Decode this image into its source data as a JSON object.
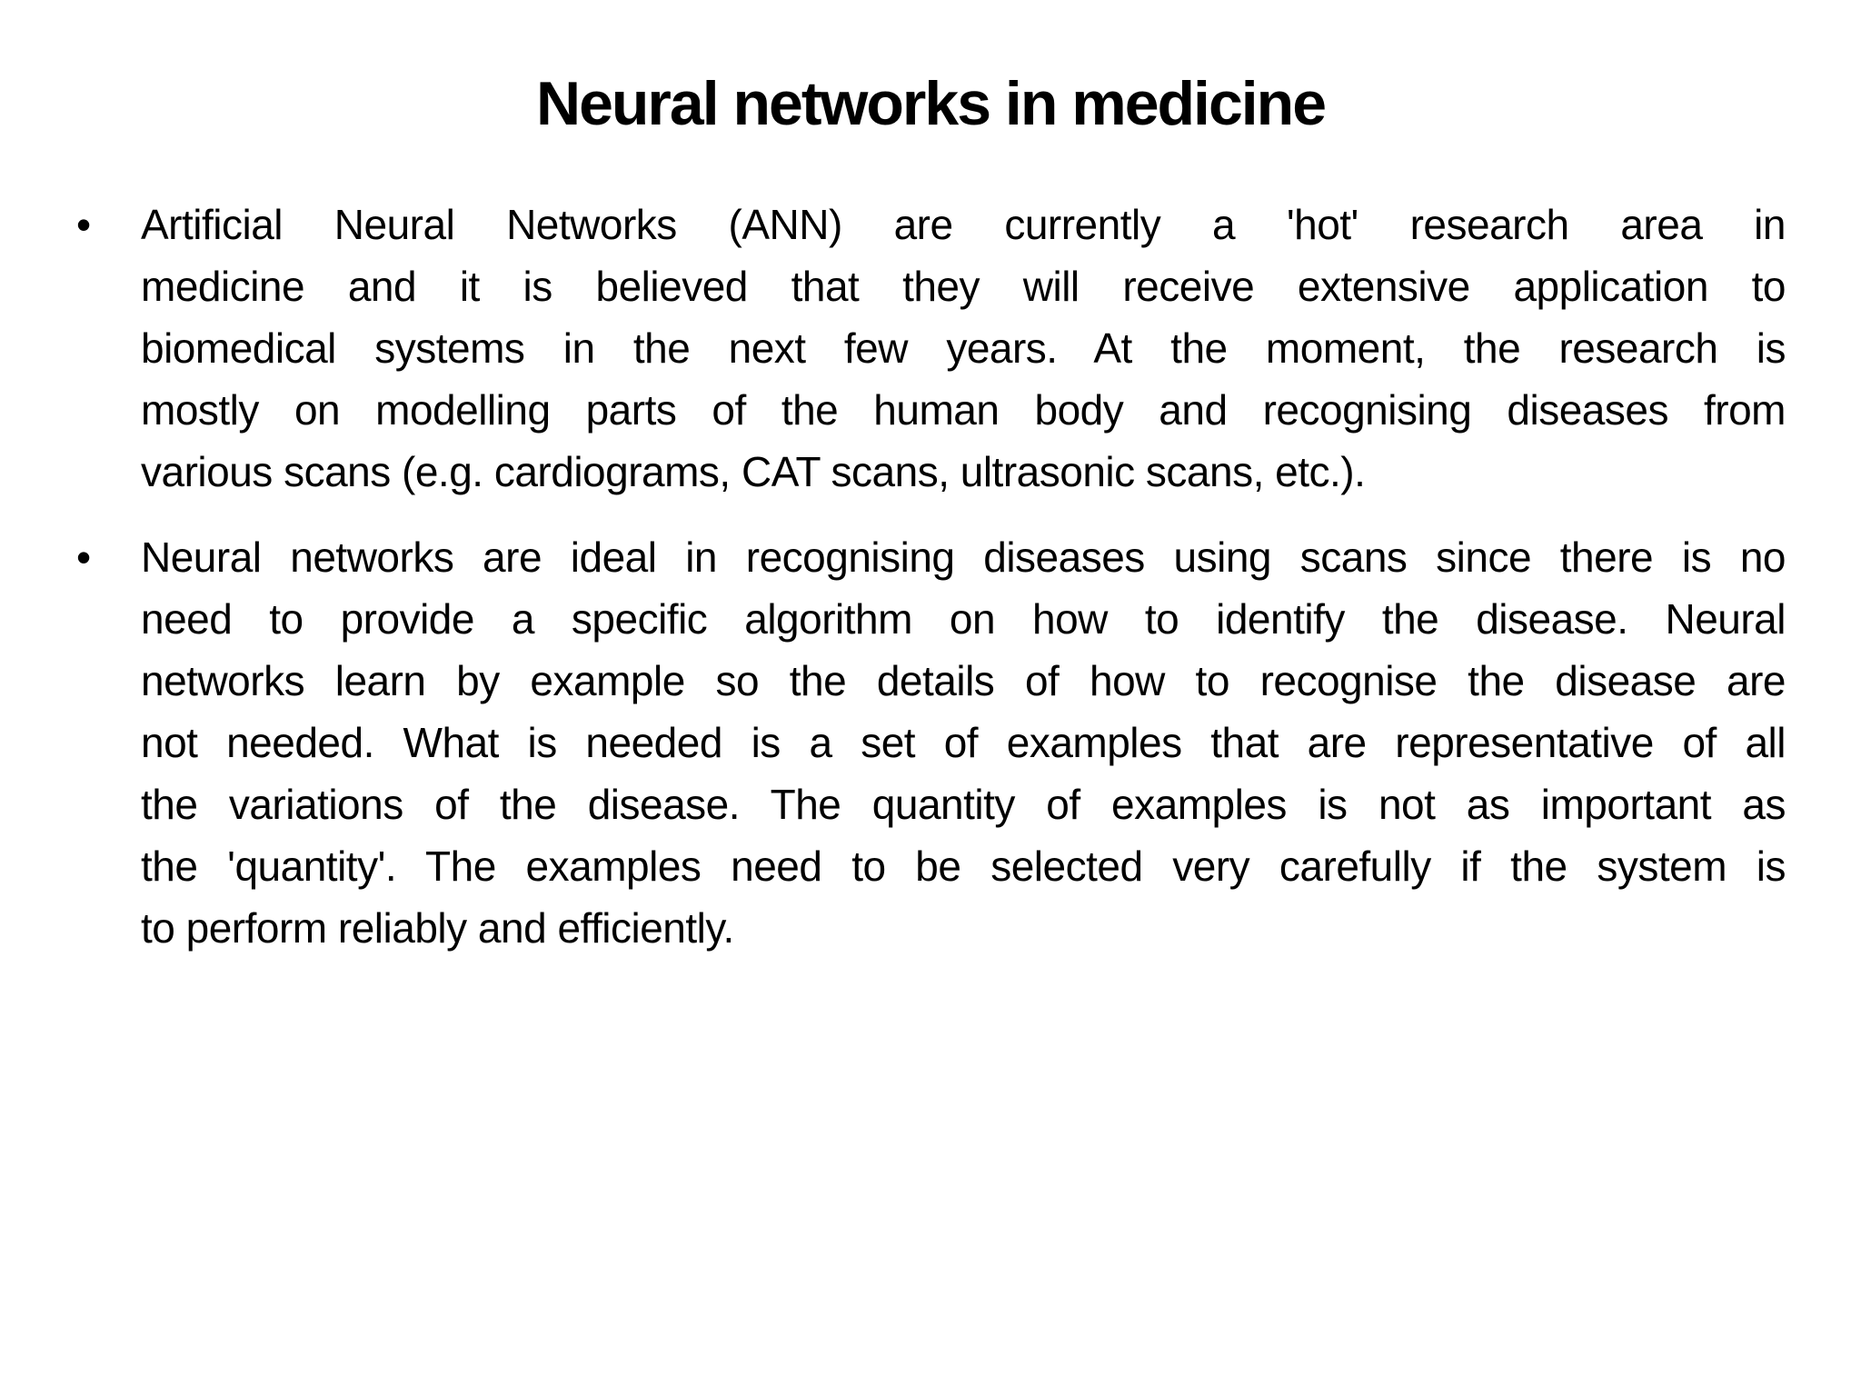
{
  "slide": {
    "title": "Neural networks in medicine",
    "colors": {
      "background": "#ffffff",
      "text": "#000000"
    },
    "bullets": [
      {
        "marker": "•",
        "lines": [
          "Artificial Neural Networks (ANN) are currently a 'hot' research area in",
          "medicine and it is believed that they will receive extensive application to",
          "biomedical systems in the next few years. At the moment, the research is",
          "mostly on modelling parts of the human body and recognising diseases from",
          "various scans (e.g. cardiograms, CAT scans, ultrasonic scans, etc.)."
        ]
      },
      {
        "marker": "•",
        "lines": [
          "Neural networks are ideal in recognising diseases using scans since there is no",
          "need to provide a specific algorithm on how to identify the disease. Neural",
          "networks learn by example so the details of how to recognise the disease are",
          "not needed. What is needed is a set of examples that are representative of all",
          "the variations of the disease. The quantity of examples is not as important as",
          "the 'quantity'. The examples need to be selected very carefully if the system is",
          "to perform reliably and efficiently."
        ]
      }
    ]
  }
}
